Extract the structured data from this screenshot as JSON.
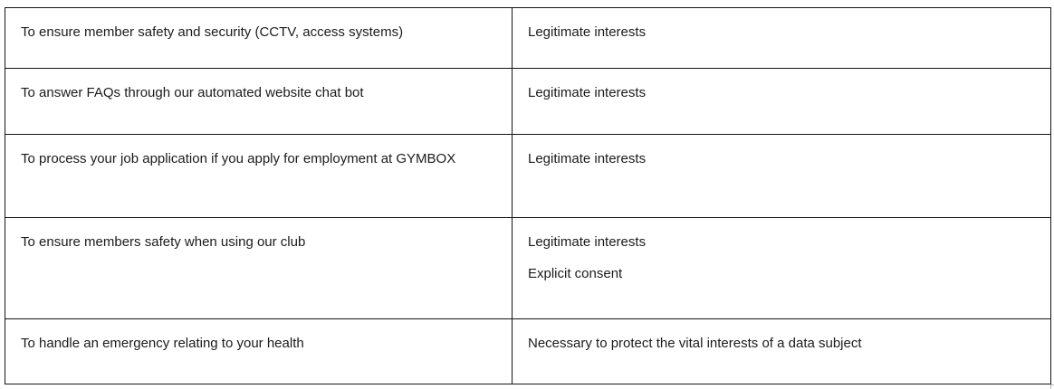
{
  "table": {
    "columns": [
      "purpose",
      "lawful_basis"
    ],
    "rows": [
      {
        "purpose": "To ensure member safety and security (CCTV, access systems)",
        "basis": [
          "Legitimate interests"
        ]
      },
      {
        "purpose": "To answer FAQs through our automated website chat bot",
        "basis": [
          "Legitimate interests"
        ]
      },
      {
        "purpose": "To process your job application if you apply for employment at GYMBOX",
        "basis": [
          "Legitimate interests"
        ]
      },
      {
        "purpose": "To ensure members safety when using our club",
        "basis": [
          "Legitimate interests",
          "Explicit consent"
        ]
      },
      {
        "purpose": "To handle an emergency relating to your health",
        "basis": [
          "Necessary to protect the vital interests of a data subject"
        ]
      }
    ],
    "colors": {
      "border": "#141414",
      "text": "#1b1b1b",
      "background": "#ffffff",
      "corner_artifact": "#b5b5b5"
    }
  }
}
